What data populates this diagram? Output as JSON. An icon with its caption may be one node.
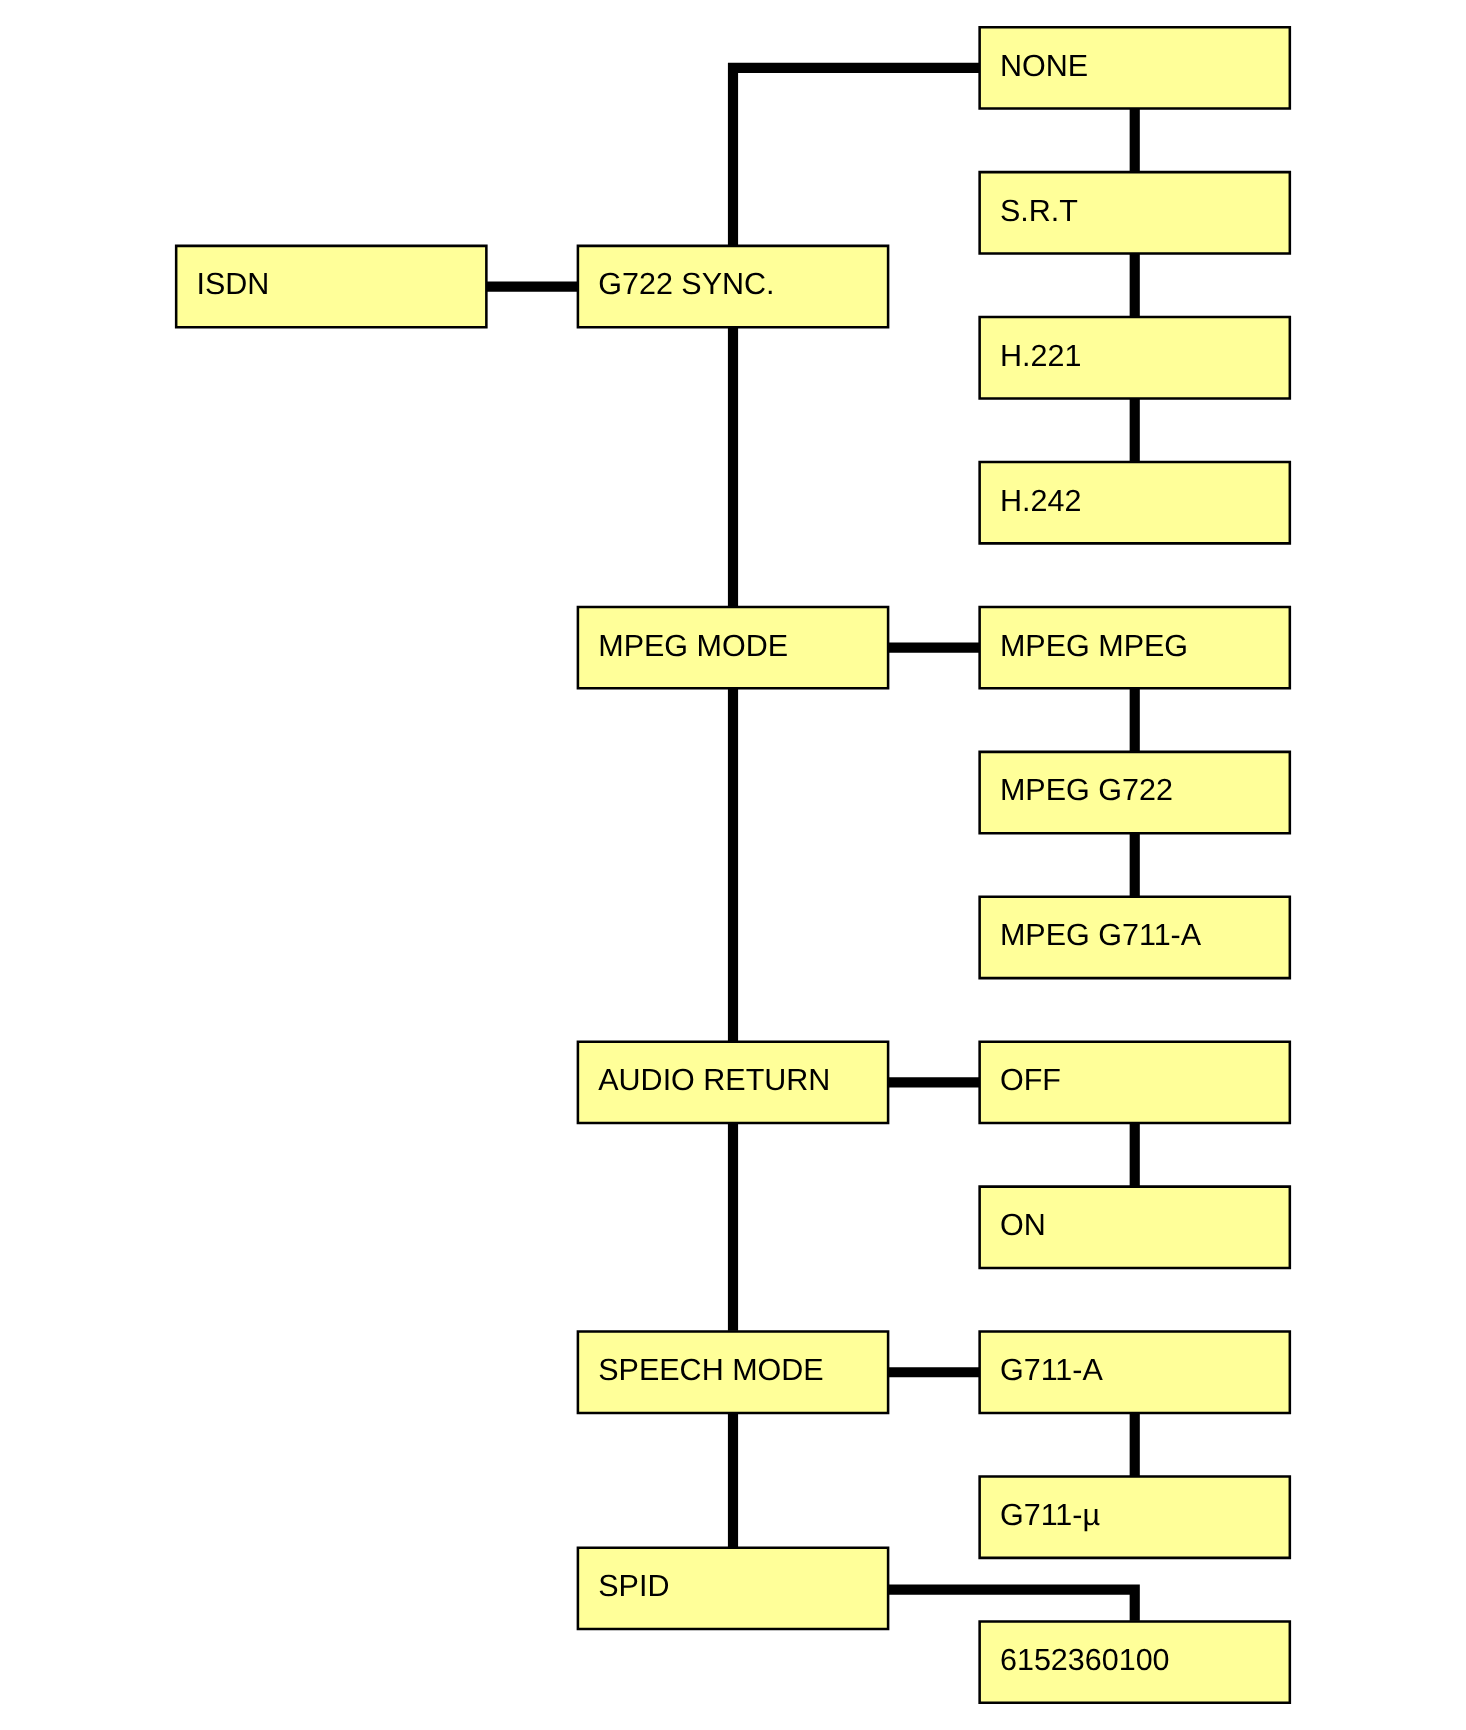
{
  "diagram": {
    "nodes": [
      {
        "text": [
          "ISDN"
        ]
      },
      {
        "text": [
          "G722 SYNC."
        ]
      },
      {
        "text": [
          "NONE"
        ]
      },
      {
        "text": [
          "S.R.T"
        ]
      },
      {
        "text": [
          "H.221"
        ]
      },
      {
        "text": [
          "H.242"
        ]
      },
      {
        "text": [
          "MPEG MODE"
        ]
      },
      {
        "text": [
          "MPEG MPEG"
        ]
      },
      {
        "text": [
          "MPEG G722"
        ]
      },
      {
        "text": [
          "MPEG G711-A"
        ]
      },
      {
        "text": [
          "AUDIO RETURN"
        ]
      },
      {
        "text": [
          "OFF"
        ]
      },
      {
        "text": [
          "ON"
        ]
      },
      {
        "text": [
          "SPEECH MODE"
        ]
      },
      {
        "text": [
          "G711-A"
        ]
      },
      {
        "text": [
          "G711-µ"
        ]
      },
      {
        "text": [
          "SPID"
        ]
      },
      {
        "text": [
          "6152360100"
        ]
      }
    ],
    "edges": [
      {
        "from": 0,
        "to": 1,
        "arrow": "none"
      },
      {
        "from": 1,
        "to": 2,
        "arrow": "none"
      },
      {
        "from": 2,
        "to": 3,
        "arrow": "none"
      },
      {
        "from": 3,
        "to": 4,
        "arrow": "none"
      },
      {
        "from": 4,
        "to": 5,
        "arrow": "none"
      },
      {
        "from": 1,
        "to": 6,
        "arrow": "none"
      },
      {
        "from": 6,
        "to": 7,
        "arrow": "none"
      },
      {
        "from": 7,
        "to": 8,
        "arrow": "none"
      },
      {
        "from": 8,
        "to": 9,
        "arrow": "none"
      },
      {
        "from": 6,
        "to": 10,
        "arrow": "none"
      },
      {
        "from": 10,
        "to": 11,
        "arrow": "none"
      },
      {
        "from": 11,
        "to": 12,
        "arrow": "none"
      },
      {
        "from": 10,
        "to": 13,
        "arrow": "none"
      },
      {
        "from": 13,
        "to": 14,
        "arrow": "none"
      },
      {
        "from": 14,
        "to": 15,
        "arrow": "none"
      },
      {
        "from": 13,
        "to": 16,
        "arrow": "none"
      },
      {
        "from": 16,
        "to": 17,
        "arrow": "none"
      }
    ]
  }
}
